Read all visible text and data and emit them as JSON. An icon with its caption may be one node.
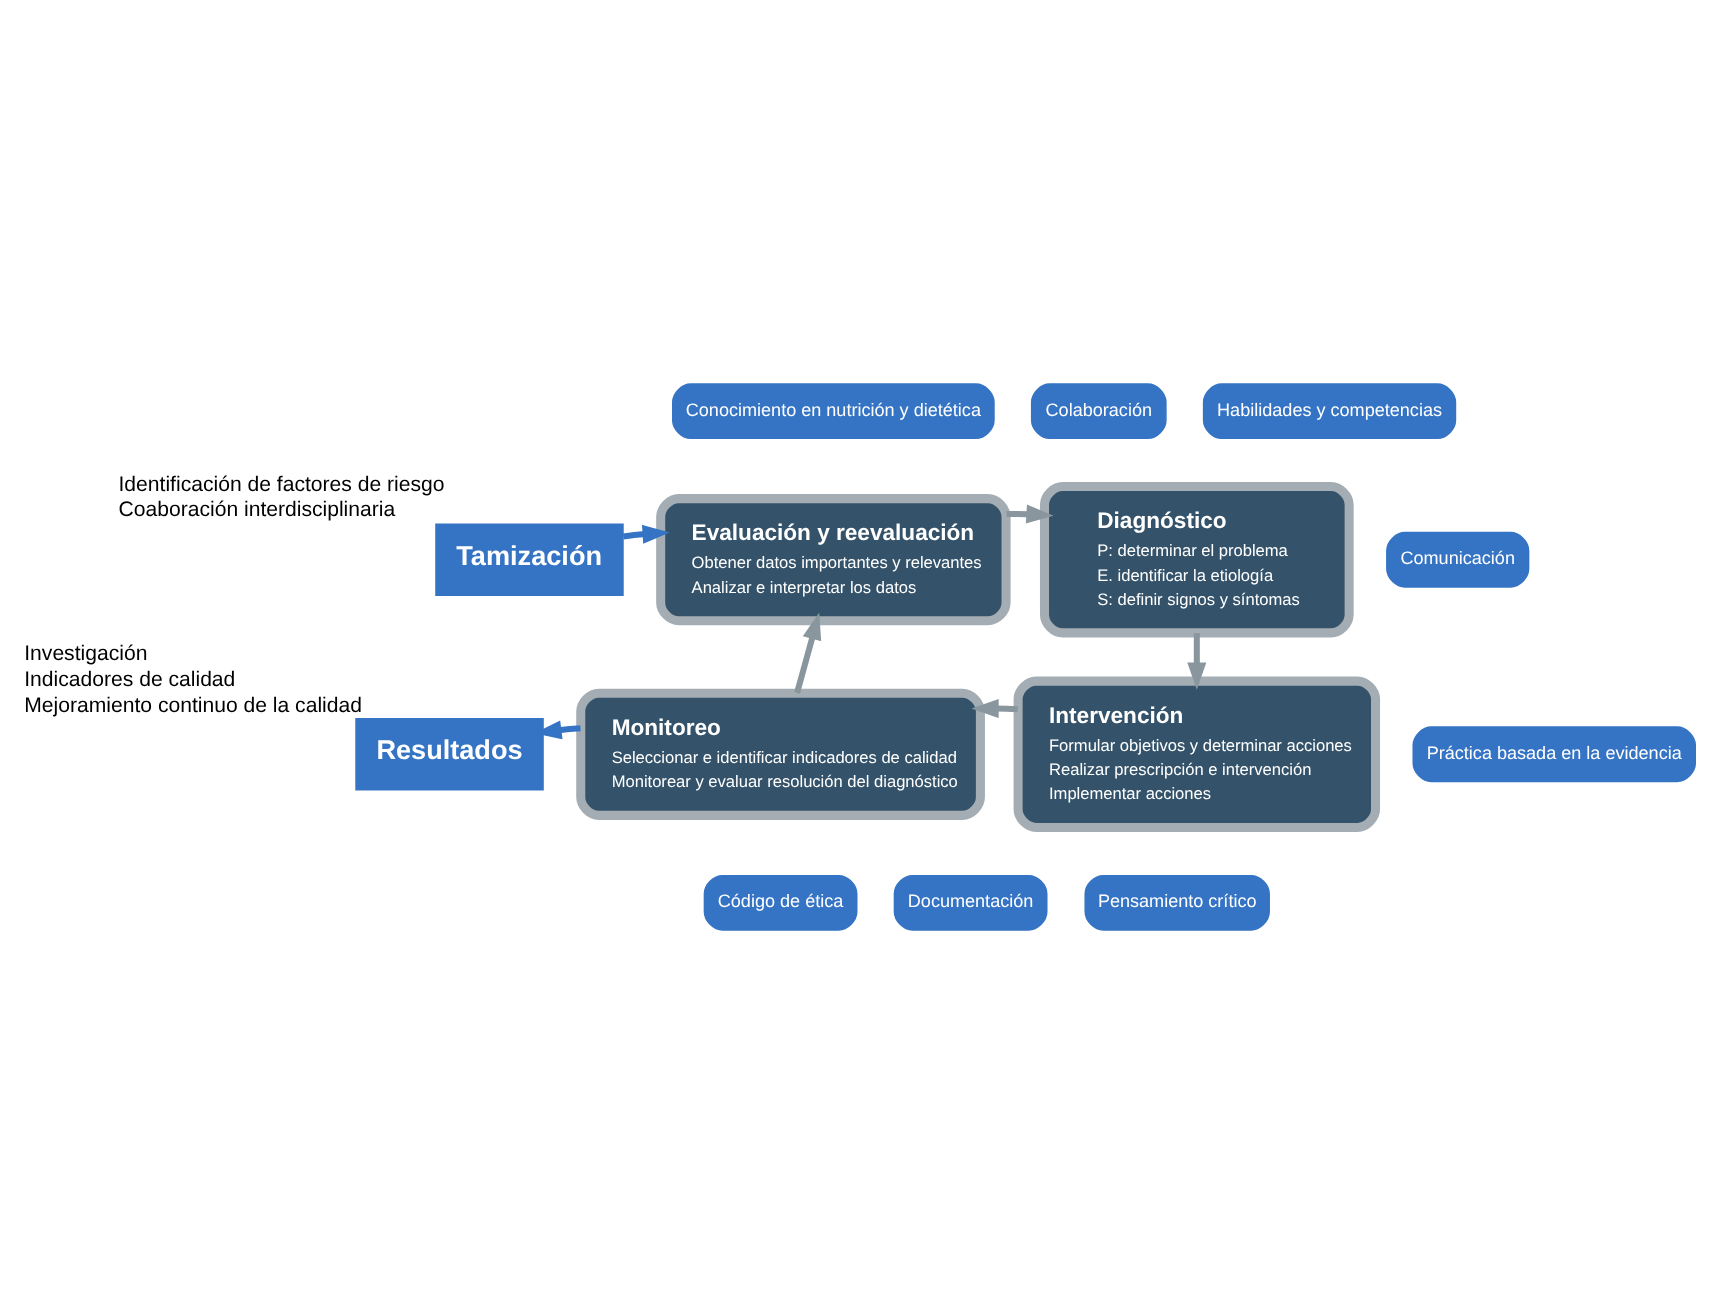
{
  "diagram": {
    "nodes": [
      {
        "text": [
          "Tamización"
        ],
        "beside": [
          "Identificación de factores de riesgo",
          "Coaboración interdisciplinaria"
        ]
      },
      {
        "text": [
          "Evaluación y reevaluación",
          "Obtener datos importantes y relevantes",
          "Analizar e interpretar los datos"
        ]
      },
      {
        "text": [
          "Diagnóstico",
          "P: determinar el problema",
          "E. identificar la etiología",
          "S: definir signos y síntomas"
        ]
      },
      {
        "text": [
          "Intervención",
          "Formular objetivos y determinar acciones",
          "Realizar prescripción e intervención",
          "Implementar acciones"
        ]
      },
      {
        "text": [
          "Monitoreo",
          "Seleccionar e identificar indicadores de calidad",
          "Monitorear y evaluar resolución del diagnóstico"
        ]
      },
      {
        "text": [
          "Resultados"
        ],
        "beside": [
          "Investigación",
          "Indicadores de calidad",
          "Mejoramiento continuo de la calidad"
        ]
      }
    ],
    "edges": [
      {
        "from": 0,
        "to": 1,
        "arrow": "to"
      },
      {
        "from": 1,
        "to": 2,
        "arrow": "to"
      },
      {
        "from": 2,
        "to": 3,
        "arrow": "to"
      },
      {
        "from": 3,
        "to": 4,
        "arrow": "to"
      },
      {
        "from": 4,
        "to": 1,
        "arrow": "to"
      },
      {
        "from": 4,
        "to": 5,
        "arrow": "to"
      }
    ],
    "labels": [
      "Colaboración",
      "Habilidades y competencias",
      "Conocimiento en nutrición y dietética",
      "Comunicación",
      "Código de ética",
      "Práctica basada en la evidencia",
      "Documentación",
      "Pensamiento crítico"
    ]
  }
}
